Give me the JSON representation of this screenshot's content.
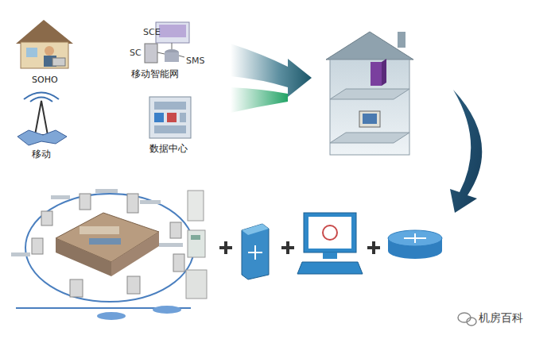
{
  "diagram": {
    "labels": [
      "SCE",
      "SC",
      "SMS",
      "SOHO",
      "移动智能网",
      "移动",
      "数据中心",
      "机房百科"
    ]
  }
}
